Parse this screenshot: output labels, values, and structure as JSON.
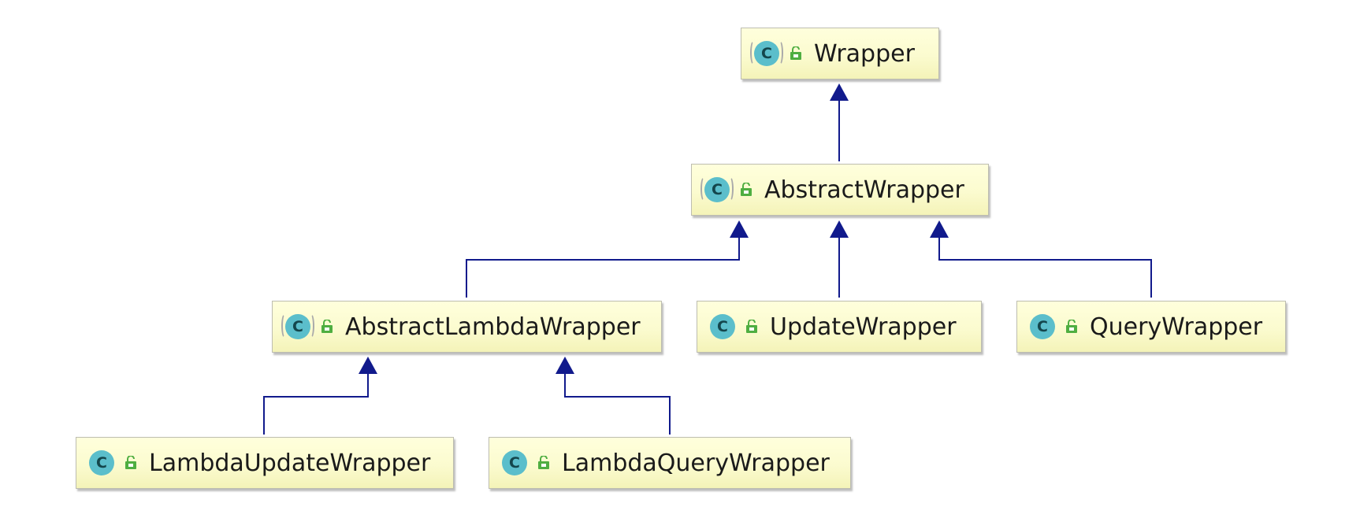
{
  "colors": {
    "edge": "#111a8c",
    "class_icon": "#5bbecb",
    "public_icon": "#4fae41",
    "node_fill": "#fbfbcf"
  },
  "nodes": {
    "wrapper": {
      "label": "Wrapper",
      "kind": "abstract-class",
      "visibility": "public"
    },
    "abstract_wrapper": {
      "label": "AbstractWrapper",
      "kind": "abstract-class",
      "visibility": "public"
    },
    "abstract_lambda_wrapper": {
      "label": "AbstractLambdaWrapper",
      "kind": "abstract-class",
      "visibility": "public"
    },
    "update_wrapper": {
      "label": "UpdateWrapper",
      "kind": "class",
      "visibility": "public"
    },
    "query_wrapper": {
      "label": "QueryWrapper",
      "kind": "class",
      "visibility": "public"
    },
    "lambda_update_wrapper": {
      "label": "LambdaUpdateWrapper",
      "kind": "class",
      "visibility": "public"
    },
    "lambda_query_wrapper": {
      "label": "LambdaQueryWrapper",
      "kind": "class",
      "visibility": "public"
    }
  },
  "icons": {
    "class": "C",
    "abstract_class": "C"
  },
  "edges": [
    {
      "from": "AbstractWrapper",
      "to": "Wrapper",
      "type": "extends"
    },
    {
      "from": "AbstractLambdaWrapper",
      "to": "AbstractWrapper",
      "type": "extends"
    },
    {
      "from": "UpdateWrapper",
      "to": "AbstractWrapper",
      "type": "extends"
    },
    {
      "from": "QueryWrapper",
      "to": "AbstractWrapper",
      "type": "extends"
    },
    {
      "from": "LambdaUpdateWrapper",
      "to": "AbstractLambdaWrapper",
      "type": "extends"
    },
    {
      "from": "LambdaQueryWrapper",
      "to": "AbstractLambdaWrapper",
      "type": "extends"
    }
  ]
}
